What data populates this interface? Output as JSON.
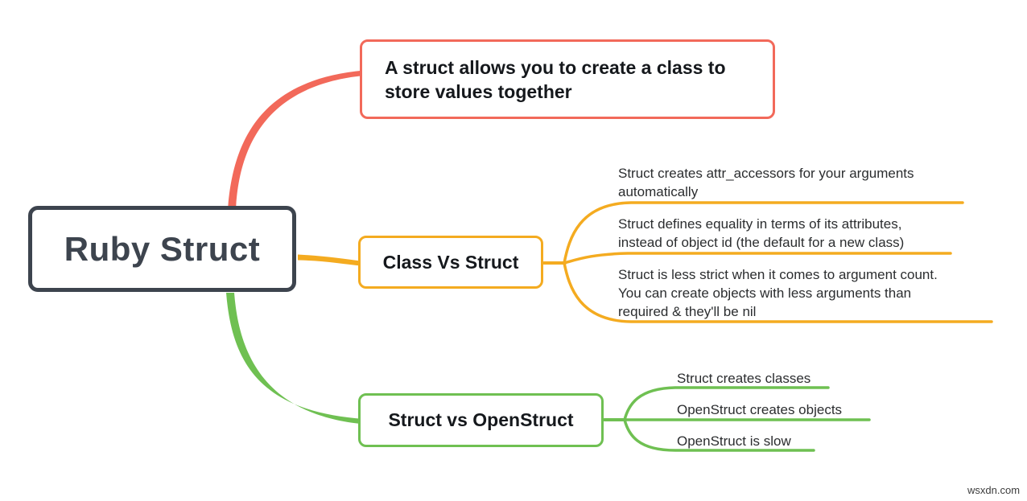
{
  "root": {
    "label": "Ruby Struct"
  },
  "branches": [
    {
      "name": "definition",
      "color": "#F2695A",
      "label": "A struct allows you to create a class to\nstore values together",
      "children": []
    },
    {
      "name": "class-vs-struct",
      "color": "#F4AB20",
      "label": "Class Vs Struct",
      "children": [
        {
          "label": "Struct creates attr_accessors for your arguments\nautomatically"
        },
        {
          "label": "Struct defines equality in terms of its attributes,\ninstead of object id (the default for a new class)"
        },
        {
          "label": "Struct is less strict when it comes to argument count.\nYou can create objects with less arguments than\nrequired & they'll be nil"
        }
      ]
    },
    {
      "name": "struct-vs-openstruct",
      "color": "#6FC052",
      "label": "Struct vs OpenStruct",
      "children": [
        {
          "label": "Struct creates classes"
        },
        {
          "label": "OpenStruct creates objects"
        },
        {
          "label": "OpenStruct is slow"
        }
      ]
    }
  ],
  "colors": {
    "root_border": "#3D444E",
    "red": "#F2695A",
    "yellow": "#F4AB20",
    "green": "#6FC052",
    "background": "#FFFFFF"
  },
  "watermark": "wsxdn.com"
}
